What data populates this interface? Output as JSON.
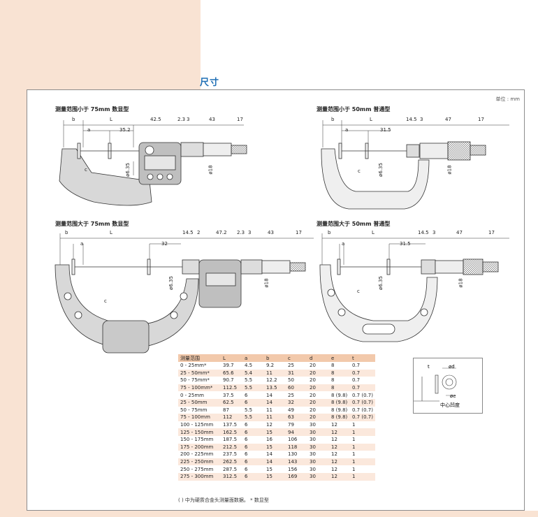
{
  "page": {
    "section_title": "尺寸",
    "unit_label": "单位 : mm"
  },
  "figures": {
    "fig1": {
      "title": "测量范围小于 75mm 数显型",
      "dims": [
        "b",
        "L",
        "a",
        "35.2",
        "42.5",
        "2.3",
        "3",
        "43",
        "17",
        "ø6.35",
        "c",
        "ø18"
      ]
    },
    "fig2": {
      "title": "测量范围小于 50mm 普通型",
      "dims": [
        "b",
        "L",
        "a",
        "31.5",
        "14.5",
        "3",
        "47",
        "17",
        "ø6.35",
        "c",
        "ø18"
      ]
    },
    "fig3": {
      "title": "测量范围大于 75mm 数显型",
      "dims": [
        "b",
        "L",
        "a",
        "32",
        "14.5",
        "2",
        "47.2",
        "2.3",
        "3",
        "43",
        "17",
        "ø6.35",
        "c",
        "ø18"
      ]
    },
    "fig4": {
      "title": "测量范围大于 50mm 普通型",
      "dims": [
        "b",
        "L",
        "a",
        "31.5",
        "14.5",
        "3",
        "47",
        "17",
        "ø6.35",
        "c",
        "ø18"
      ]
    }
  },
  "table": {
    "headers": [
      "测量范围",
      "L",
      "a",
      "b",
      "c",
      "d",
      "e",
      "t"
    ],
    "rows": [
      [
        "0 - 25mm*",
        "39.7",
        "4.5",
        "9.2",
        "25",
        "20",
        "8",
        "0.7"
      ],
      [
        "25 - 50mm*",
        "65.6",
        "5.4",
        "11",
        "31",
        "20",
        "8",
        "0.7"
      ],
      [
        "50 - 75mm*",
        "90.7",
        "5.5",
        "12.2",
        "50",
        "20",
        "8",
        "0.7"
      ],
      [
        "75 - 100mm*",
        "112.5",
        "5.5",
        "13.5",
        "60",
        "20",
        "8",
        "0.7"
      ],
      [
        "0 - 25mm",
        "37.5",
        "6",
        "14",
        "25",
        "20",
        "8 (9.8)",
        "0.7 (0.7)"
      ],
      [
        "25 - 50mm",
        "62.5",
        "6",
        "14",
        "32",
        "20",
        "8 (9.8)",
        "0.7 (0.7)"
      ],
      [
        "50 - 75mm",
        "87",
        "5.5",
        "11",
        "49",
        "20",
        "8 (9.8)",
        "0.7 (0.7)"
      ],
      [
        "75 - 100mm",
        "112",
        "5.5",
        "11",
        "63",
        "20",
        "8 (9.8)",
        "0.7 (0.7)"
      ],
      [
        "100 - 125mm",
        "137.5",
        "6",
        "12",
        "79",
        "30",
        "12",
        "1"
      ],
      [
        "125 - 150mm",
        "162.5",
        "6",
        "15",
        "94",
        "30",
        "12",
        "1"
      ],
      [
        "150 - 175mm",
        "187.5",
        "6",
        "16",
        "106",
        "30",
        "12",
        "1"
      ],
      [
        "175 - 200mm",
        "212.5",
        "6",
        "15",
        "118",
        "30",
        "12",
        "1"
      ],
      [
        "200 - 225mm",
        "237.5",
        "6",
        "14",
        "130",
        "30",
        "12",
        "1"
      ],
      [
        "225 - 250mm",
        "262.5",
        "6",
        "14",
        "143",
        "30",
        "12",
        "1"
      ],
      [
        "250 - 275mm",
        "287.5",
        "6",
        "15",
        "156",
        "30",
        "12",
        "1"
      ],
      [
        "275 - 300mm",
        "312.5",
        "6",
        "15",
        "169",
        "30",
        "12",
        "1"
      ]
    ]
  },
  "footnote": "( ) 中为硬质合金头测量面数据。   * 数显型",
  "detail": {
    "label_t": "t",
    "label_d": "ød",
    "label_e": "øe",
    "caption": "中心凹度"
  }
}
